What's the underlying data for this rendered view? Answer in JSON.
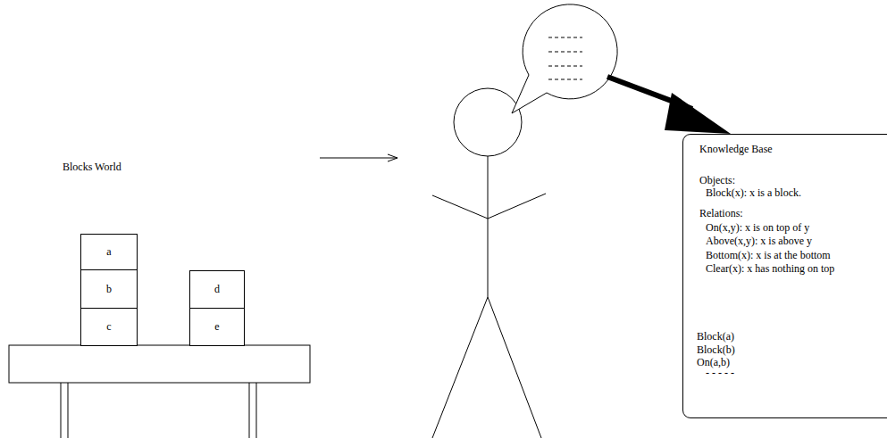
{
  "diagram": {
    "nodes": [
      {
        "text": [
          "a"
        ]
      },
      {
        "text": [
          "b"
        ]
      },
      {
        "text": [
          "c"
        ]
      },
      {
        "text": [
          "d"
        ]
      },
      {
        "text": [
          "e"
        ]
      },
      {
        "text": [
          "Knowledge Base",
          "Objects:",
          "Block(x): x is a block.",
          "Relations:",
          "On(x,y): x is on top of y",
          "Above(x,y): x is above y",
          "Bottom(x): x is at the bottom",
          "Clear(x): x has nothing on top",
          "Block(a)",
          "Block(b)",
          "On(a,b)",
          "- - - - -"
        ]
      }
    ],
    "labels": [
      "Blocks World"
    ]
  }
}
